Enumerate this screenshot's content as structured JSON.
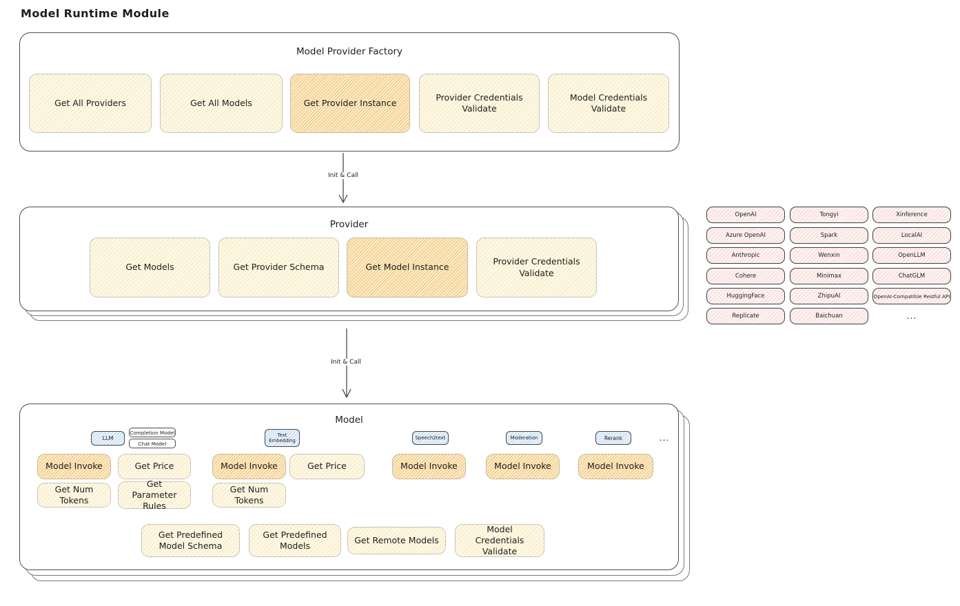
{
  "page": {
    "title": "Model Runtime Module"
  },
  "factory": {
    "title": "Model Provider Factory",
    "buttons": [
      {
        "label": "Get All Providers",
        "highlight": false
      },
      {
        "label": "Get All Models",
        "highlight": false
      },
      {
        "label": "Get Provider Instance",
        "highlight": true
      },
      {
        "label": "Provider Credentials Validate",
        "highlight": false
      },
      {
        "label": "Model Credentials Validate",
        "highlight": false
      }
    ]
  },
  "arrow1": {
    "label": "Init & Call"
  },
  "arrow2": {
    "label": "Init & Call"
  },
  "provider": {
    "title": "Provider",
    "buttons": [
      {
        "label": "Get Models",
        "highlight": false
      },
      {
        "label": "Get Provider Schema",
        "highlight": false
      },
      {
        "label": "Get Model Instance",
        "highlight": true
      },
      {
        "label": "Provider Credentials Validate",
        "highlight": false
      }
    ]
  },
  "providers": {
    "col1": [
      "OpenAI",
      "Azure OpenAI",
      "Anthropic",
      "Cohere",
      "HuggingFace",
      "Replicate"
    ],
    "col2": [
      "Tongyi",
      "Spark",
      "Wenxin",
      "Minimax",
      "ZhipuAI",
      "Baichuan"
    ],
    "col3": [
      "Xinference",
      "LocalAI",
      "OpenLLM",
      "ChatGLM",
      "OpenAI-Compatible Restful API"
    ],
    "more": "..."
  },
  "model": {
    "title": "Model",
    "tags": {
      "llm": "LLM",
      "completion": "Completion Model",
      "chat": "Chat Model",
      "text_embedding": "Text Embedding",
      "speech2text": "Speech2text",
      "moderation": "Moderation",
      "rerank": "Rerank",
      "more": "..."
    },
    "llm_functions": [
      "Model Invoke",
      "Get Price",
      "Get Num Tokens",
      "Get Parameter Rules"
    ],
    "embedding_functions": [
      "Model Invoke",
      "Get Price",
      "Get Num Tokens"
    ],
    "speech2text_functions": [
      "Model Invoke"
    ],
    "moderation_functions": [
      "Model Invoke"
    ],
    "rerank_functions": [
      "Model Invoke"
    ],
    "common_functions": [
      "Get Predefined Model Schema",
      "Get Predefined Models",
      "Get Remote Models",
      "Model Credentials Validate"
    ]
  },
  "colors": {
    "yellow_fill": "#fdf8e7",
    "orange_highlight_fill": "#fbecca",
    "pink_fill": "#fdf3f2",
    "blue_fill": "#eaf3fb",
    "outline": "#4c4c4c"
  }
}
